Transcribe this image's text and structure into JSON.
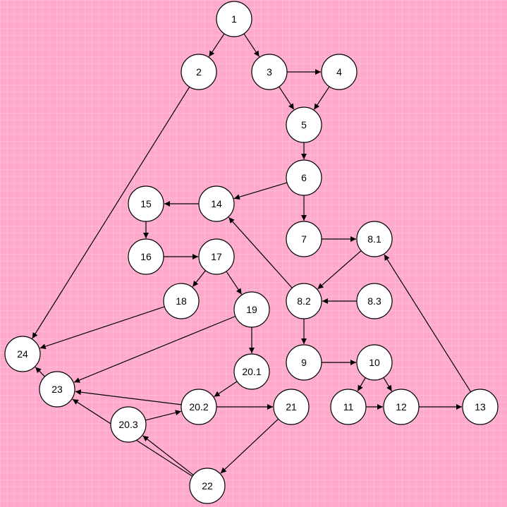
{
  "colors": {
    "background": "#ffaacc",
    "node_fill": "#ffffff",
    "stroke": "#000000"
  },
  "nodes": {
    "n1": "1",
    "n2": "2",
    "n3": "3",
    "n4": "4",
    "n5": "5",
    "n6": "6",
    "n7": "7",
    "n8_1": "8.1",
    "n8_2": "8.2",
    "n8_3": "8.3",
    "n9": "9",
    "n10": "10",
    "n11": "11",
    "n12": "12",
    "n13": "13",
    "n14": "14",
    "n15": "15",
    "n16": "16",
    "n17": "17",
    "n18": "18",
    "n19": "19",
    "n20_1": "20.1",
    "n20_2": "20.2",
    "n20_3": "20.3",
    "n21": "21",
    "n22": "22",
    "n23": "23",
    "n24": "24"
  },
  "edges": [
    [
      "n1",
      "n2"
    ],
    [
      "n1",
      "n3"
    ],
    [
      "n3",
      "n4"
    ],
    [
      "n3",
      "n5"
    ],
    [
      "n4",
      "n5"
    ],
    [
      "n5",
      "n6"
    ],
    [
      "n6",
      "n14"
    ],
    [
      "n6",
      "n7"
    ],
    [
      "n14",
      "n15"
    ],
    [
      "n15",
      "n16"
    ],
    [
      "n16",
      "n17"
    ],
    [
      "n17",
      "n18"
    ],
    [
      "n17",
      "n19"
    ],
    [
      "n7",
      "n8_1"
    ],
    [
      "n8_1",
      "n8_2"
    ],
    [
      "n8_3",
      "n8_2"
    ],
    [
      "n8_2",
      "n14"
    ],
    [
      "n8_2",
      "n9"
    ],
    [
      "n9",
      "n10"
    ],
    [
      "n10",
      "n11"
    ],
    [
      "n10",
      "n12"
    ],
    [
      "n11",
      "n12"
    ],
    [
      "n12",
      "n13"
    ],
    [
      "n13",
      "n8_1"
    ],
    [
      "n2",
      "n24"
    ],
    [
      "n18",
      "n24"
    ],
    [
      "n19",
      "n23"
    ],
    [
      "n19",
      "n20_1"
    ],
    [
      "n20_1",
      "n20_2"
    ],
    [
      "n20_2",
      "n23"
    ],
    [
      "n20_2",
      "n21"
    ],
    [
      "n20_3",
      "n20_2"
    ],
    [
      "n21",
      "n22"
    ],
    [
      "n22",
      "n20_3"
    ],
    [
      "n22",
      "n23"
    ],
    [
      "n23",
      "n24"
    ]
  ]
}
